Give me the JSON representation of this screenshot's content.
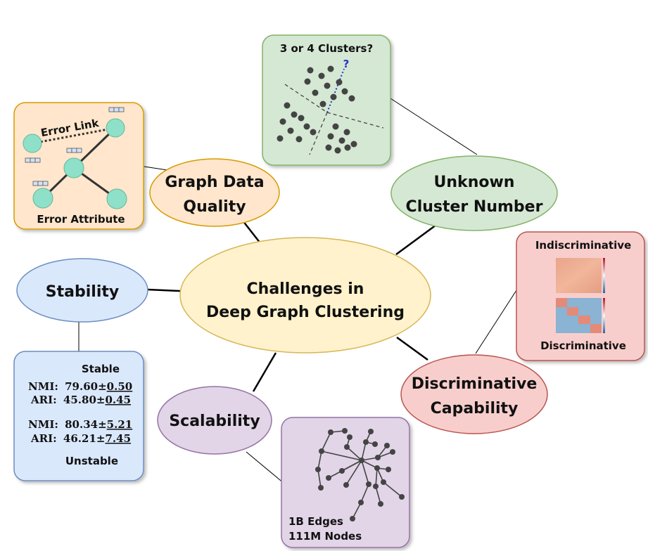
{
  "center": {
    "line1": "Challenges in",
    "line2": "Deep Graph Clustering"
  },
  "nodes": {
    "graph_quality": {
      "line1": "Graph Data",
      "line2": "Quality"
    },
    "unknown_cluster": {
      "line1": "Unknown",
      "line2": "Cluster Number"
    },
    "stability": {
      "label": "Stability"
    },
    "discriminative": {
      "line1": "Discriminative",
      "line2": "Capability"
    },
    "scalability": {
      "label": "Scalability"
    }
  },
  "panels": {
    "error_graph": {
      "link_label": "Error Link",
      "attribute_label": "Error Attribute"
    },
    "clusters": {
      "title": "3 or 4 Clusters?",
      "question": "?"
    },
    "heatmaps": {
      "top_label": "Indiscriminative",
      "bottom_label": "Discriminative"
    },
    "stability_table": {
      "stable_label": "Stable",
      "unstable_label": "Unstable",
      "stable_rows": [
        {
          "metric": "NMI:",
          "mean": "79.60",
          "pm": "±",
          "std": "0.50"
        },
        {
          "metric": "ARI:",
          "mean": "45.80",
          "pm": "±",
          "std": "0.45"
        }
      ],
      "unstable_rows": [
        {
          "metric": "NMI:",
          "mean": "80.34",
          "pm": "±",
          "std": "5.21"
        },
        {
          "metric": "ARI:",
          "mean": "46.21",
          "pm": "±",
          "std": "7.45"
        }
      ]
    },
    "large_graph": {
      "edges": "1B Edges",
      "nodes": "111M Nodes"
    }
  },
  "colors": {
    "center_fill": "#fff2cc",
    "center_stroke": "#d6b656",
    "orange_fill": "#ffe6cc",
    "orange_stroke": "#d79b00",
    "green_fill": "#d5e8d4",
    "green_stroke": "#82b366",
    "blue_fill": "#dae8fc",
    "blue_stroke": "#6c8ebf",
    "red_fill": "#f8cecc",
    "red_stroke": "#b85450",
    "purple_fill": "#e1d5e7",
    "purple_stroke": "#9673a6",
    "teal_node": "#8fe0c8",
    "dot": "#444444"
  }
}
